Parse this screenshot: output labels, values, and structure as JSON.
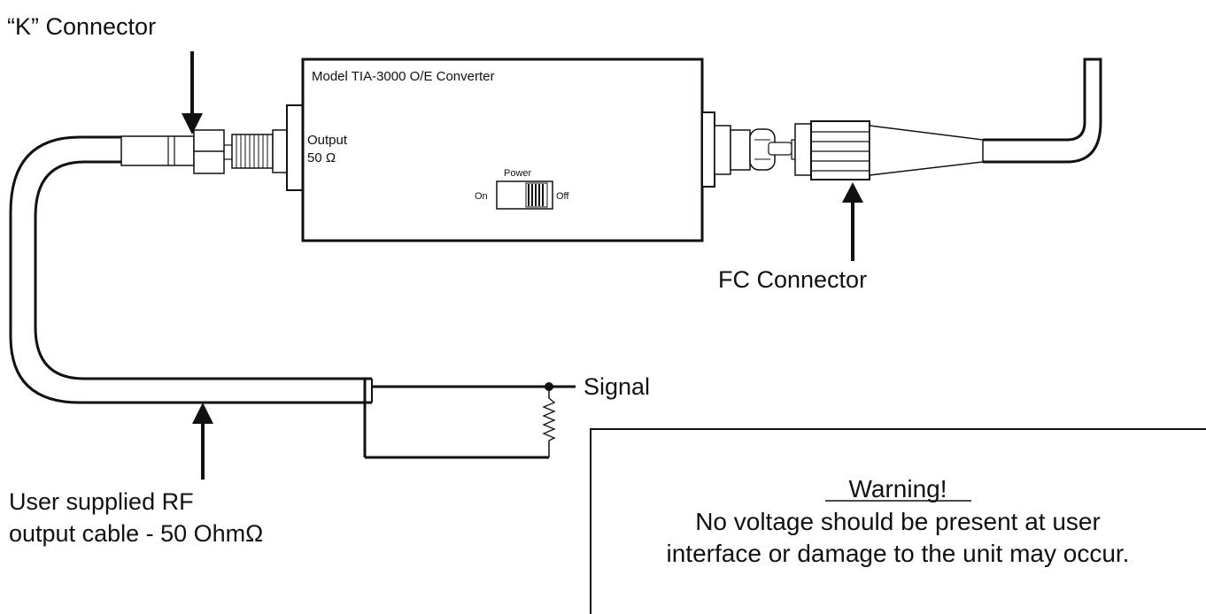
{
  "labels": {
    "k_connector": "“K” Connector",
    "model": "Model TIA-3000 O/E Converter",
    "output_line1": "Output",
    "output_line2": "50 Ω",
    "power": "Power",
    "on": "On",
    "off": "Off",
    "fc_connector": "FC Connector",
    "signal": "Signal",
    "cable_line1": "User supplied RF",
    "cable_line2": "output cable - 50 OhmΩ"
  },
  "warning": {
    "title": "Warning!",
    "line1": "No voltage should be present at user",
    "line2": "interface or damage to the unit may occur."
  },
  "power_switch": {
    "state": "Off"
  },
  "icons": {
    "arrow": "arrow-icon",
    "resistor": "resistor-icon"
  }
}
